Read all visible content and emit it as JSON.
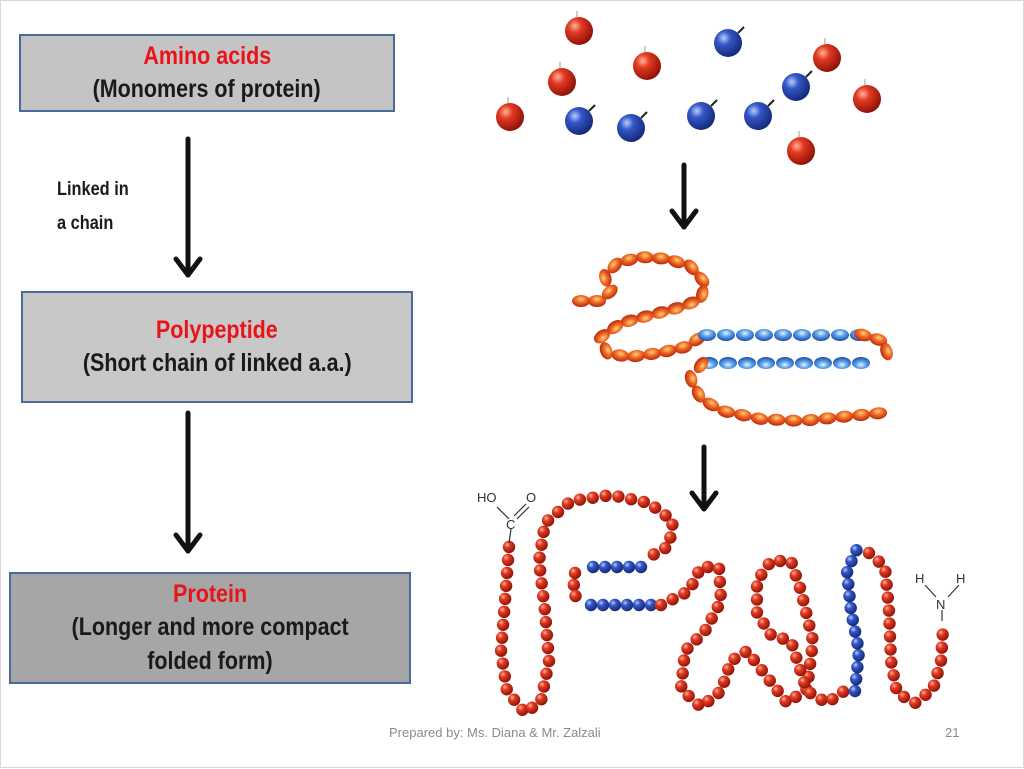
{
  "boxes": {
    "amino": {
      "title": "Amino acids",
      "subtitle": "(Monomers of protein)"
    },
    "polypeptide": {
      "title": "Polypeptide",
      "subtitle": "(Short chain of linked a.a.)"
    },
    "protein": {
      "title": "Protein",
      "subtitle_line1": "(Longer and more compact",
      "subtitle_line2": "folded form)"
    }
  },
  "side_label": {
    "line1": "Linked in",
    "line2": "a chain"
  },
  "chem_labels": {
    "hydroxyl": "HO",
    "oxygen": "O",
    "carbon": "C",
    "hydrogen_left": "H",
    "hydrogen_right": "H",
    "nitrogen": "N"
  },
  "footer": {
    "credit": "Prepared by: Ms. Diana & Mr. Zalzali",
    "page_number": "21"
  },
  "colors": {
    "title_red": "#e8141a",
    "bead_red": "#d4281a",
    "bead_blue": "#2a4fc0",
    "bead_orange": "#ef6a2a"
  }
}
